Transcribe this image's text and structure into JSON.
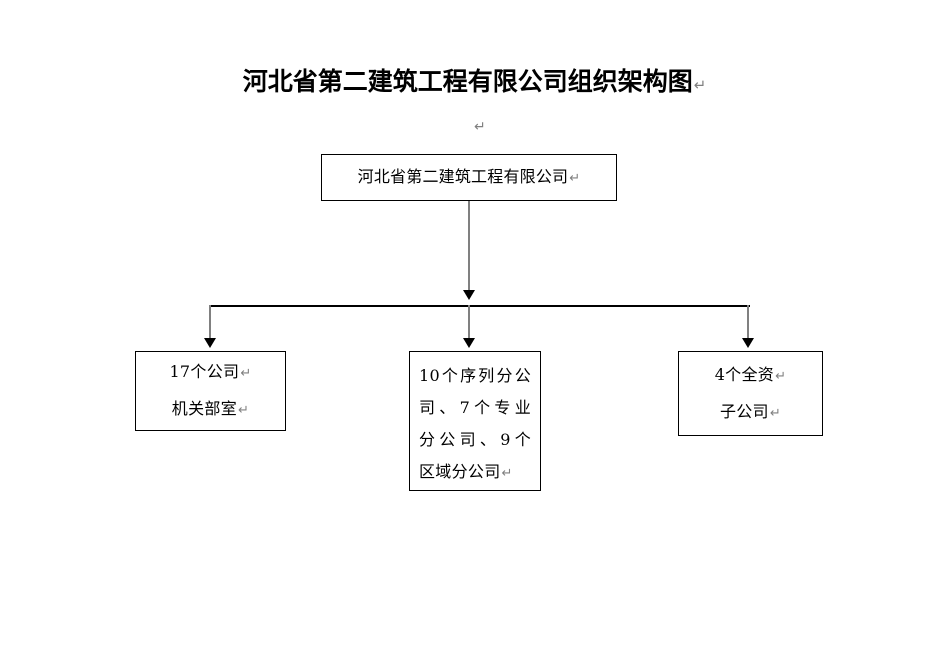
{
  "document": {
    "title": "河北省第二建筑工程有限公司组织架构图",
    "return_mark": "↵",
    "empty_paragraph_mark": "↵"
  },
  "chart": {
    "type": "org-chart",
    "root": {
      "name": "company-root",
      "text": "河北省第二建筑工程有限公司",
      "return_mark": "↵"
    },
    "children": [
      {
        "name": "departments",
        "lines": [
          "17个公司",
          "机关部室"
        ],
        "return_mark": "↵"
      },
      {
        "name": "branches",
        "lines": [
          "10个序列分公",
          "司、7个专业",
          "分公司、9个",
          "区域分公司"
        ],
        "full_text": "10个序列分公司、7个专业分公司、9个区域分公司",
        "return_mark": "↵"
      },
      {
        "name": "subsidiaries",
        "lines": [
          "4个全资",
          "子公司"
        ],
        "return_mark": "↵"
      }
    ],
    "colors": {
      "box_border": "#000000",
      "box_fill": "#ffffff",
      "connector_line": "#808080",
      "connector_bar": "#000000",
      "arrowhead": "#000000",
      "text": "#000000",
      "mark": "#808080"
    }
  }
}
